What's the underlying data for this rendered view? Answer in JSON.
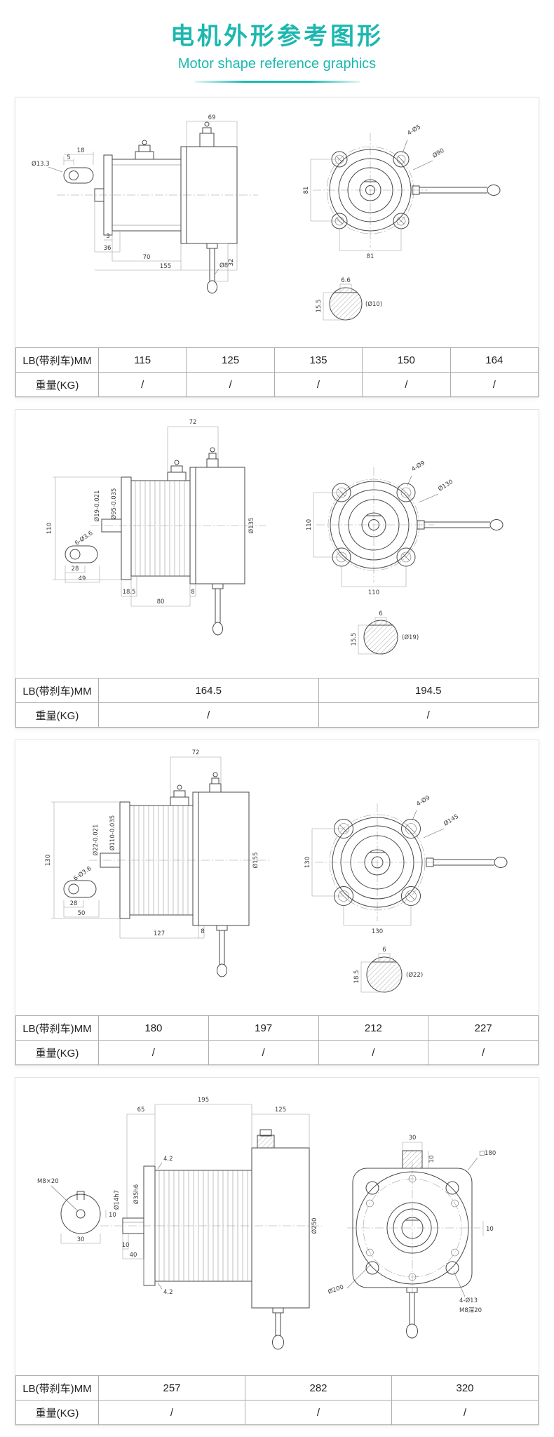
{
  "accent_color": "#1cb8b0",
  "header": {
    "title": "电机外形参考图形",
    "subtitle": "Motor shape reference graphics"
  },
  "labels": {
    "lb": "LB(带刹车)MM",
    "weight": "重量(KG)"
  },
  "panels": [
    {
      "lb": [
        "115",
        "125",
        "135",
        "150",
        "164"
      ],
      "weight": [
        "/",
        "/",
        "/",
        "/",
        "/"
      ],
      "dims": {
        "shaft_dia": "Ø13.3",
        "key_len": "5",
        "key_total": "18",
        "gap": "3",
        "len36": "36",
        "len70": "70",
        "len155": "155",
        "top69": "69",
        "cable_dia": "Ø8",
        "cable_len": "32",
        "front_h": "81",
        "front_w": "81",
        "bolt_note": "4-Ø5",
        "flange_dia": "Ø90",
        "key_w": "6.6",
        "key_d": "15.5",
        "shaft_ref": "(Ø10)"
      }
    },
    {
      "lb": [
        "164.5",
        "194.5"
      ],
      "weight": [
        "/",
        "/"
      ],
      "dims": {
        "top72": "72",
        "body_h": "110",
        "spigot": "Ø95-0.035",
        "shaft": "Ø19-0.021",
        "holes": "6-Ø3.6",
        "len28": "28",
        "len49": "49",
        "len185": "18.5",
        "len80": "80",
        "len8": "8",
        "body_dia": "Ø135",
        "front_h": "110",
        "front_w": "110",
        "bolt_note": "4-Ø9",
        "bolt_circle": "Ø130",
        "key_w": "6",
        "key_d": "15.5",
        "shaft_ref": "(Ø19)"
      }
    },
    {
      "lb": [
        "180",
        "197",
        "212",
        "227"
      ],
      "weight": [
        "/",
        "/",
        "/",
        "/"
      ],
      "dims": {
        "top72": "72",
        "body_h": "130",
        "spigot": "Ø110-0.035",
        "shaft": "Ø22-0.021",
        "holes": "6-Ø3.6",
        "len28": "28",
        "len50": "50",
        "len127": "127",
        "len8": "8",
        "body_dia": "Ø155",
        "front_h": "130",
        "front_w": "130",
        "bolt_note": "4-Ø9",
        "bolt_circle": "Ø145",
        "key_w": "6",
        "key_d": "18.5",
        "shaft_ref": "(Ø22)"
      }
    },
    {
      "lb": [
        "257",
        "282",
        "320"
      ],
      "weight": [
        "/",
        "/",
        "/"
      ],
      "dims": {
        "top65": "65",
        "top195": "195",
        "top125": "125",
        "square": "□180",
        "tap": "M8×20",
        "hub_w": "30",
        "hub_t": "10",
        "rib_top": "4.2",
        "rib_bot": "4.2",
        "shaft_dia": "Ø14h7",
        "spigot_dia": "Ø35h6",
        "len10": "10",
        "len40": "40",
        "body_dia": "Ø250",
        "conn_w": "30",
        "conn_t": "10",
        "bolt_circle": "Ø200",
        "bolt_note": "4-Ø13",
        "tap_note": "M8深20",
        "side_t": "10"
      }
    }
  ]
}
